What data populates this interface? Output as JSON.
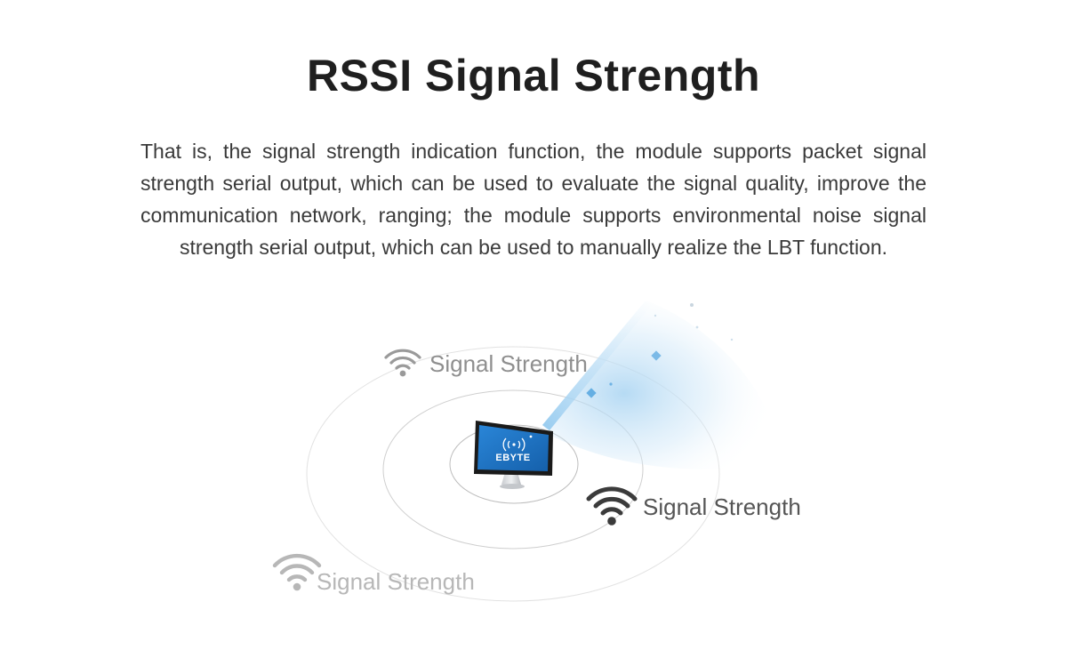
{
  "header": {
    "title": "RSSI Signal Strength",
    "description": "That is, the signal strength indication function, the module supports packet signal strength serial output, which can be used to evaluate the signal quality, improve the communication network, ranging; the module supports environmental noise signal strength serial output, which can be used to manually realize the LBT function."
  },
  "diagram": {
    "monitor": {
      "brand": "EBYTE",
      "screen_color": "#1d74c6",
      "icon": "wireless-signal-icon"
    },
    "labels": [
      {
        "text": "Signal Strength",
        "icon": "wifi-icon",
        "color": "#8f8f8f"
      },
      {
        "text": "Signal Strength",
        "icon": "wifi-icon",
        "color": "#555555"
      },
      {
        "text": "Signal Strength",
        "icon": "wifi-icon",
        "color": "#b7b7b7"
      }
    ],
    "beam_color": "#b9dcf5",
    "particle_color": "#5aa8e0"
  }
}
